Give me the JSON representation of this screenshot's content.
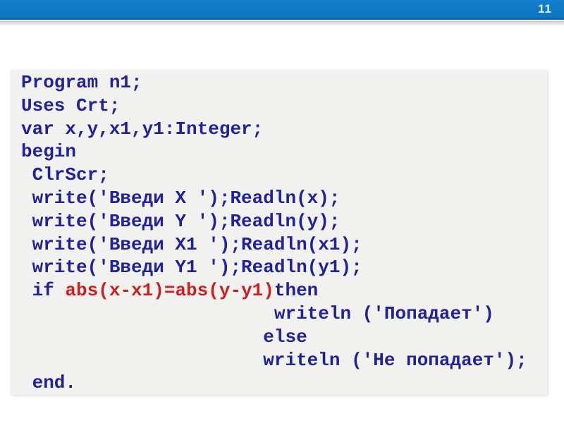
{
  "slide": {
    "number": "11"
  },
  "colors": {
    "header_blue": "#0d74c0",
    "header_edge": "#0a5fa0",
    "code_blue": "#21219c",
    "code_red": "#cb2023",
    "panel_bg": "#f1f1ef",
    "page_bg": "#ffffff",
    "slide_number_text": "#e6eef7"
  },
  "code": {
    "language": "pascal",
    "lines": [
      {
        "segments": [
          {
            "text": "Program n1;",
            "color": "blue"
          }
        ]
      },
      {
        "segments": [
          {
            "text": "Uses Crt;",
            "color": "blue"
          }
        ]
      },
      {
        "segments": [
          {
            "text": "var x,y,x1,y1:Integer;",
            "color": "blue"
          }
        ]
      },
      {
        "segments": [
          {
            "text": "begin",
            "color": "blue"
          }
        ]
      },
      {
        "segments": [
          {
            "text": " ClrScr;",
            "color": "blue"
          }
        ]
      },
      {
        "segments": [
          {
            "text": " write('Введи X ');Readln(x);",
            "color": "blue"
          }
        ]
      },
      {
        "segments": [
          {
            "text": " write('Введи Y ');Readln(y);",
            "color": "blue"
          }
        ]
      },
      {
        "segments": [
          {
            "text": " write('Введи X1 ');Readln(x1);",
            "color": "blue"
          }
        ]
      },
      {
        "segments": [
          {
            "text": " write('Введи Y1 ');Readln(y1);",
            "color": "blue"
          }
        ]
      },
      {
        "segments": [
          {
            "text": " if ",
            "color": "blue"
          },
          {
            "text": "abs(x-x1)=abs(y-y1)",
            "color": "red"
          },
          {
            "text": "then",
            "color": "blue"
          }
        ]
      },
      {
        "segments": [
          {
            "text": "                       writeln ('Попадает')",
            "color": "blue"
          }
        ]
      },
      {
        "segments": [
          {
            "text": "                      else",
            "color": "blue"
          }
        ]
      },
      {
        "segments": [
          {
            "text": "                      writeln ('Не попадает');",
            "color": "blue"
          }
        ]
      },
      {
        "segments": [
          {
            "text": " end.",
            "color": "blue"
          }
        ]
      }
    ]
  }
}
